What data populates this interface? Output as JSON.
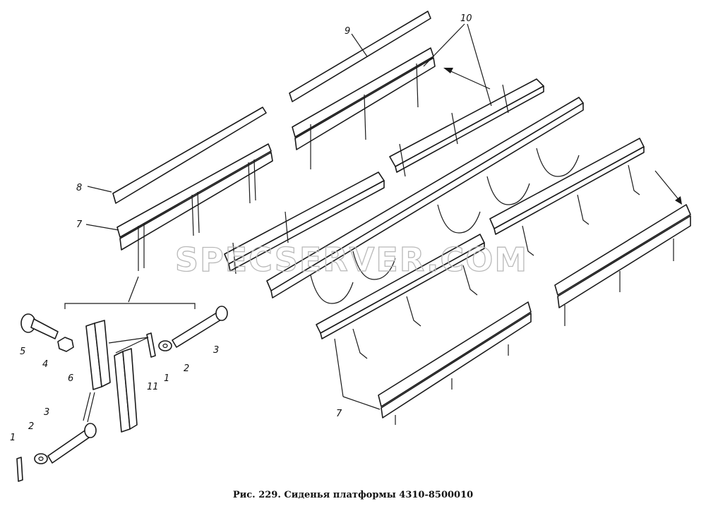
{
  "caption": "Рис. 229. Сиденья платформы 4310-8500010",
  "watermark": "SPECSERVER.COM",
  "callouts": {
    "c1a": "1",
    "c1b": "1",
    "c2a": "2",
    "c2b": "2",
    "c3a": "3",
    "c3b": "3",
    "c4": "4",
    "c5": "5",
    "c6": "6",
    "c7a": "7",
    "c7b": "7",
    "c8": "8",
    "c9": "9",
    "c10": "10",
    "c11": "11"
  }
}
